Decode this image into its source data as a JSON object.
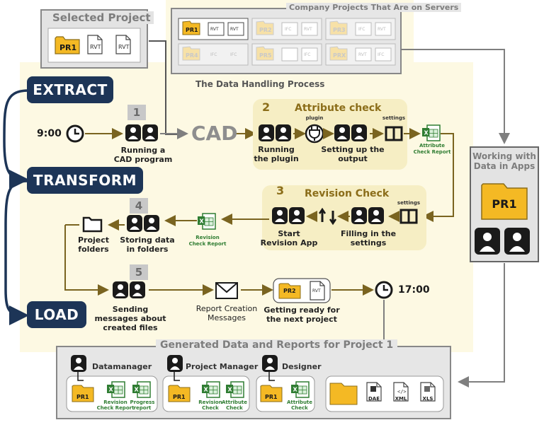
{
  "selected_project": {
    "title": "Selected Project",
    "project": "PR1",
    "files": [
      "RVT",
      "RVT"
    ]
  },
  "company_projects": {
    "title": "Company Projects That Are on Servers",
    "rows": [
      [
        {
          "project": "PR1",
          "files": [
            "RVT",
            "RVT"
          ]
        },
        {
          "project": "PR2",
          "files": [
            "IFC",
            "RVT"
          ]
        },
        {
          "project": "PR3",
          "files": [
            "IFC",
            "RVT"
          ]
        }
      ],
      [
        {
          "project": "PR4",
          "files": [
            "IFC",
            "IFC"
          ]
        },
        {
          "project": "PR5",
          "files": [
            "IFC"
          ]
        },
        {
          "project": "PRX",
          "files": [
            "RVT",
            "IFC"
          ]
        }
      ]
    ]
  },
  "process": {
    "title": "The Data Handling Process"
  },
  "phases": {
    "extract": "EXTRACT",
    "transform": "TRANSFORM",
    "load": "LOAD"
  },
  "steps": {
    "s1": {
      "num": "1",
      "label_l1": "Running a",
      "label_l2": "CAD program"
    },
    "cad": "CAD",
    "s2": {
      "num": "2",
      "title": "Attribute check",
      "l1a": "Running",
      "l1b": "the plugin",
      "plugin": "plugin",
      "l2a": "Setting up the",
      "l2b": "output",
      "settings": "settings",
      "report_l1": "Attribute",
      "report_l2": "Check Report"
    },
    "s3": {
      "num": "3",
      "title": "Revision Check",
      "l1a": "Start",
      "l1b": "Revision App",
      "l2a": "Filling in the",
      "l2b": "settings",
      "settings": "settings"
    },
    "s4": {
      "num": "4",
      "l1": "Storing data",
      "l2": "in folders",
      "report_l1": "Revision",
      "report_l2": "Check Report",
      "folders_l1": "Project",
      "folders_l2": "folders"
    },
    "s5": {
      "num": "5",
      "l1": "Sending",
      "l2": "messages about",
      "l3": "created files",
      "msg_l1": "Report Creation",
      "msg_l2": "Messages",
      "next_l1": "Getting ready for",
      "next_l2": "the next project",
      "next_project": "PR2",
      "next_file": "RVT"
    }
  },
  "times": {
    "start": "9:00",
    "end": "17:00"
  },
  "working": {
    "title_l1": "Working with",
    "title_l2": "Data in Apps",
    "project": "PR1"
  },
  "generated": {
    "title": "Generated Data and Reports for Project 1",
    "datamanager": {
      "name": "Datamanager",
      "project": "PR1",
      "r1a": "Revision",
      "r1b": "Check Report",
      "r2a": "Progress",
      "r2b": "report"
    },
    "pm": {
      "name": "Project Manager",
      "project": "PR1",
      "r1a": "Revision",
      "r1b": "Check",
      "r2a": "Attribute",
      "r2b": "Check"
    },
    "designer": {
      "name": "Designer",
      "project": "PR1",
      "r1a": "Attribute",
      "r1b": "Check"
    },
    "files": [
      "DAE",
      "XML",
      "XLS"
    ]
  },
  "colors": {
    "navy": "#1d3557",
    "yellow_bg": "#fdf9e3",
    "gold": "#8b6d19",
    "folder": "#f4b924",
    "green": "#2f7d32"
  }
}
